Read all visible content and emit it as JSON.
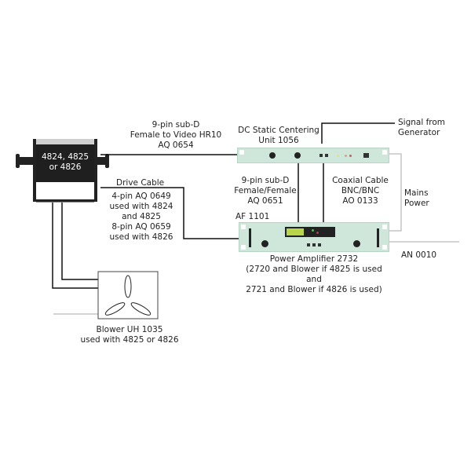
{
  "diagram": {
    "shaker": {
      "label_line1": "4824, 4825",
      "label_line2": "or 4826"
    },
    "cable_video": {
      "line1": "9-pin sub-D",
      "line2": "Female to Video HR10",
      "line3": "AQ 0654"
    },
    "dc_unit": {
      "line1": "DC Static Centering",
      "line2": "Unit 1056"
    },
    "signal": {
      "line1": "Signal from",
      "line2": "Generator"
    },
    "drive_cable": {
      "title": "Drive Cable",
      "line1": "4-pin AQ 0649",
      "line2": "used with 4824",
      "line3": "and 4825",
      "line4": "8-pin AQ 0659",
      "line5": "used with 4826"
    },
    "subd_cable": {
      "line1": "9-pin sub-D",
      "line2": "Female/Female",
      "line3": "AQ 0651"
    },
    "coax_cable": {
      "line1": "Coaxial Cable",
      "line2": "BNC/BNC",
      "line3": "AO 0133"
    },
    "mains": {
      "line1": "Mains",
      "line2": "Power"
    },
    "af_cable": "AF 1101",
    "an_cable": "AN 0010",
    "amplifier": {
      "line1": "Power Amplifier 2732",
      "line2": "(2720 and Blower if 4825 is used",
      "line3": "and",
      "line4": "2721 and Blower if 4826 is used)"
    },
    "blower": {
      "line1": "Blower UH 1035",
      "line2": "used with 4825 or 4826"
    },
    "colors": {
      "device_panel": "#cfe6da",
      "lcd": "#b7d64a",
      "wire": "#111111",
      "mains_wire": "#aaaaaa"
    }
  }
}
